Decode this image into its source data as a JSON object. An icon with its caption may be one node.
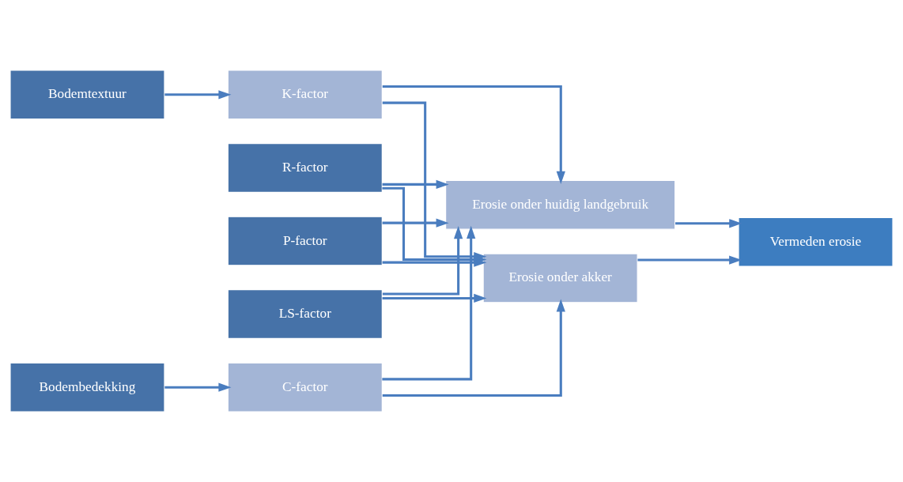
{
  "diagram": {
    "nodes": [
      {
        "text": [
          "R-factor"
        ]
      },
      {
        "text": [
          "P-factor"
        ]
      },
      {
        "text": [
          "LS-factor"
        ]
      },
      {
        "text": [
          "Bodemtextuur"
        ]
      },
      {
        "text": [
          "K-factor"
        ]
      },
      {
        "text": [
          "Bodembedekking"
        ]
      },
      {
        "text": [
          "C-factor"
        ]
      },
      {
        "text": [
          "Erosie onder huidig landgebruik"
        ]
      },
      {
        "text": [
          "Erosie onder akker"
        ]
      },
      {
        "text": [
          "Vermeden erosie"
        ]
      }
    ],
    "edges": [
      {
        "from": 3,
        "to": 4,
        "arrow": "to"
      },
      {
        "from": 5,
        "to": 6,
        "arrow": "to"
      },
      {
        "from": 0,
        "to": 7,
        "arrow": "to"
      },
      {
        "from": 0,
        "to": 8,
        "arrow": "to"
      },
      {
        "from": 1,
        "to": 7,
        "arrow": "to"
      },
      {
        "from": 1,
        "to": 8,
        "arrow": "to"
      },
      {
        "from": 2,
        "to": 7,
        "arrow": "to"
      },
      {
        "from": 2,
        "to": 8,
        "arrow": "to"
      },
      {
        "from": 4,
        "to": 7,
        "arrow": "to"
      },
      {
        "from": 4,
        "to": 8,
        "arrow": "to"
      },
      {
        "from": 6,
        "to": 7,
        "arrow": "to"
      },
      {
        "from": 6,
        "to": 8,
        "arrow": "to"
      },
      {
        "from": 7,
        "to": 9,
        "arrow": "to"
      },
      {
        "from": 8,
        "to": 9,
        "arrow": "to"
      }
    ]
  }
}
